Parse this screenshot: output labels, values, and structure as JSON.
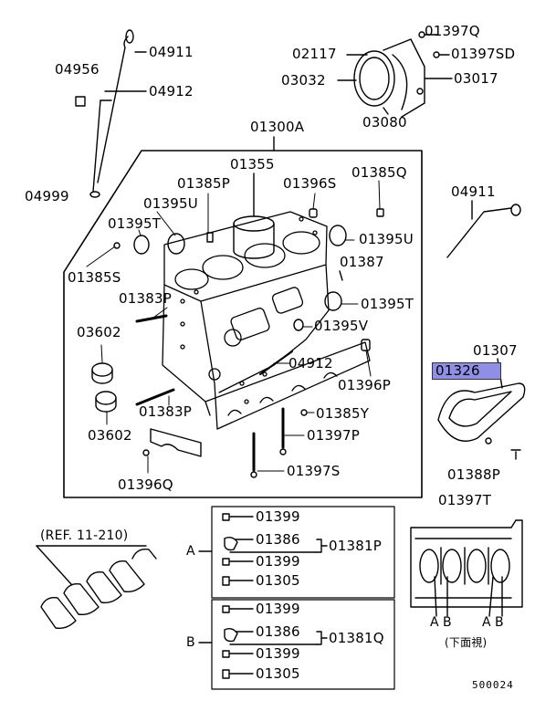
{
  "parts": {
    "p01397Q": "01397Q",
    "p02117": "02117",
    "p01397SD": "01397SD",
    "p03032": "03032",
    "p03017": "03017",
    "p03080": "03080",
    "p04911_top": "04911",
    "p04956": "04956",
    "p04912_top": "04912",
    "p04999": "04999",
    "p01300A": "01300A",
    "p01355": "01355",
    "p01385P": "01385P",
    "p01396S": "01396S",
    "p01385Q": "01385Q",
    "p01395U_left": "01395U",
    "p01395T_left": "01395T",
    "p01395U_right": "01395U",
    "p01385S": "01385S",
    "p01387": "01387",
    "p01383P_top": "01383P",
    "p01395T_right": "01395T",
    "p01395V": "01395V",
    "p03602_top": "03602",
    "p04912_mid": "04912",
    "p01396P": "01396P",
    "p01383P_bottom": "01383P",
    "p01385Y": "01385Y",
    "p03602_bottom": "03602",
    "p01397P": "01397P",
    "p01397S": "01397S",
    "p01396Q": "01396Q",
    "p04911_right": "04911",
    "p01307": "01307",
    "p01326": "01326",
    "p01388P": "01388P",
    "p01397T": "01397T",
    "a_01399_1": "01399",
    "a_01386": "01386",
    "a_01381P": "01381P",
    "a_01399_2": "01399",
    "a_01305": "01305",
    "b_01399_1": "01399",
    "b_01386": "01386",
    "b_01381Q": "01381Q",
    "b_01399_2": "01399",
    "b_01305": "01305"
  },
  "boxes": {
    "a_label": "A",
    "b_label": "B"
  },
  "reference": "(REF. 11-210)",
  "bottom_view": {
    "ab_left": "A B",
    "ab_right": "A B",
    "caption": "(下面視)"
  },
  "diagram_code": "500024",
  "highlight_color": "#8f8fe6"
}
